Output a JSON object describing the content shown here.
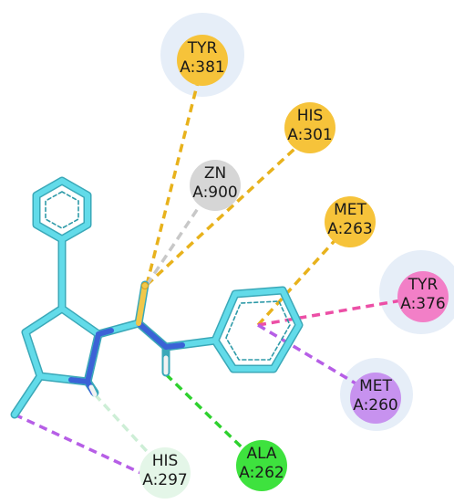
{
  "colors": {
    "ligand_bond": "#5fd8e6",
    "ligand_outline": "#3aa8b8",
    "metal_acceptor": "#e8b21c",
    "metal": "#bdbdbd",
    "pi_sigma": "#e8b21c",
    "pi_pi_tshaped": "#ec4fa6",
    "pi_alkyl": "#b65ee6",
    "h_bond": "#2ed12e",
    "carbon_h_bond": "#cdeed6",
    "halo": "#dde8f6"
  },
  "residues": [
    {
      "id": "tyr381",
      "name": "TYR",
      "num": "A:381",
      "fill": "#f6c33a",
      "halo": true
    },
    {
      "id": "his301",
      "name": "HIS",
      "num": "A:301",
      "fill": "#f6c33a",
      "halo": false
    },
    {
      "id": "zn900",
      "name": "ZN",
      "num": "A:900",
      "fill": "#d8d8d8",
      "halo": false
    },
    {
      "id": "met263",
      "name": "MET",
      "num": "A:263",
      "fill": "#f6c33a",
      "halo": false
    },
    {
      "id": "tyr376",
      "name": "TYR",
      "num": "A:376",
      "fill": "#f27fc7",
      "halo": true
    },
    {
      "id": "met260",
      "name": "MET",
      "num": "A:260",
      "fill": "#c792ef",
      "halo": true
    },
    {
      "id": "ala262",
      "name": "ALA",
      "num": "A:262",
      "fill": "#3ee23e",
      "halo": false
    },
    {
      "id": "his297",
      "name": "HIS",
      "num": "A:297",
      "fill": "#e4f6e8",
      "halo": false
    }
  ]
}
